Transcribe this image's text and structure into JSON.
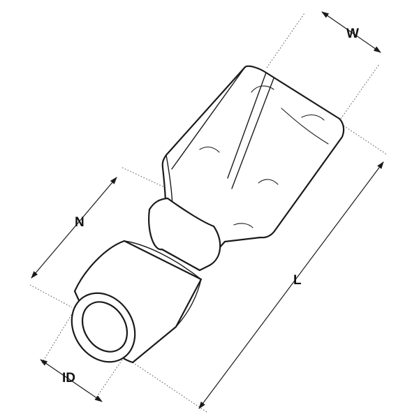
{
  "labels": {
    "width": "W",
    "length": "L",
    "neck": "N",
    "inner_diameter": "ID"
  },
  "colors": {
    "line": "#1a1a1a",
    "background": "#ffffff"
  }
}
